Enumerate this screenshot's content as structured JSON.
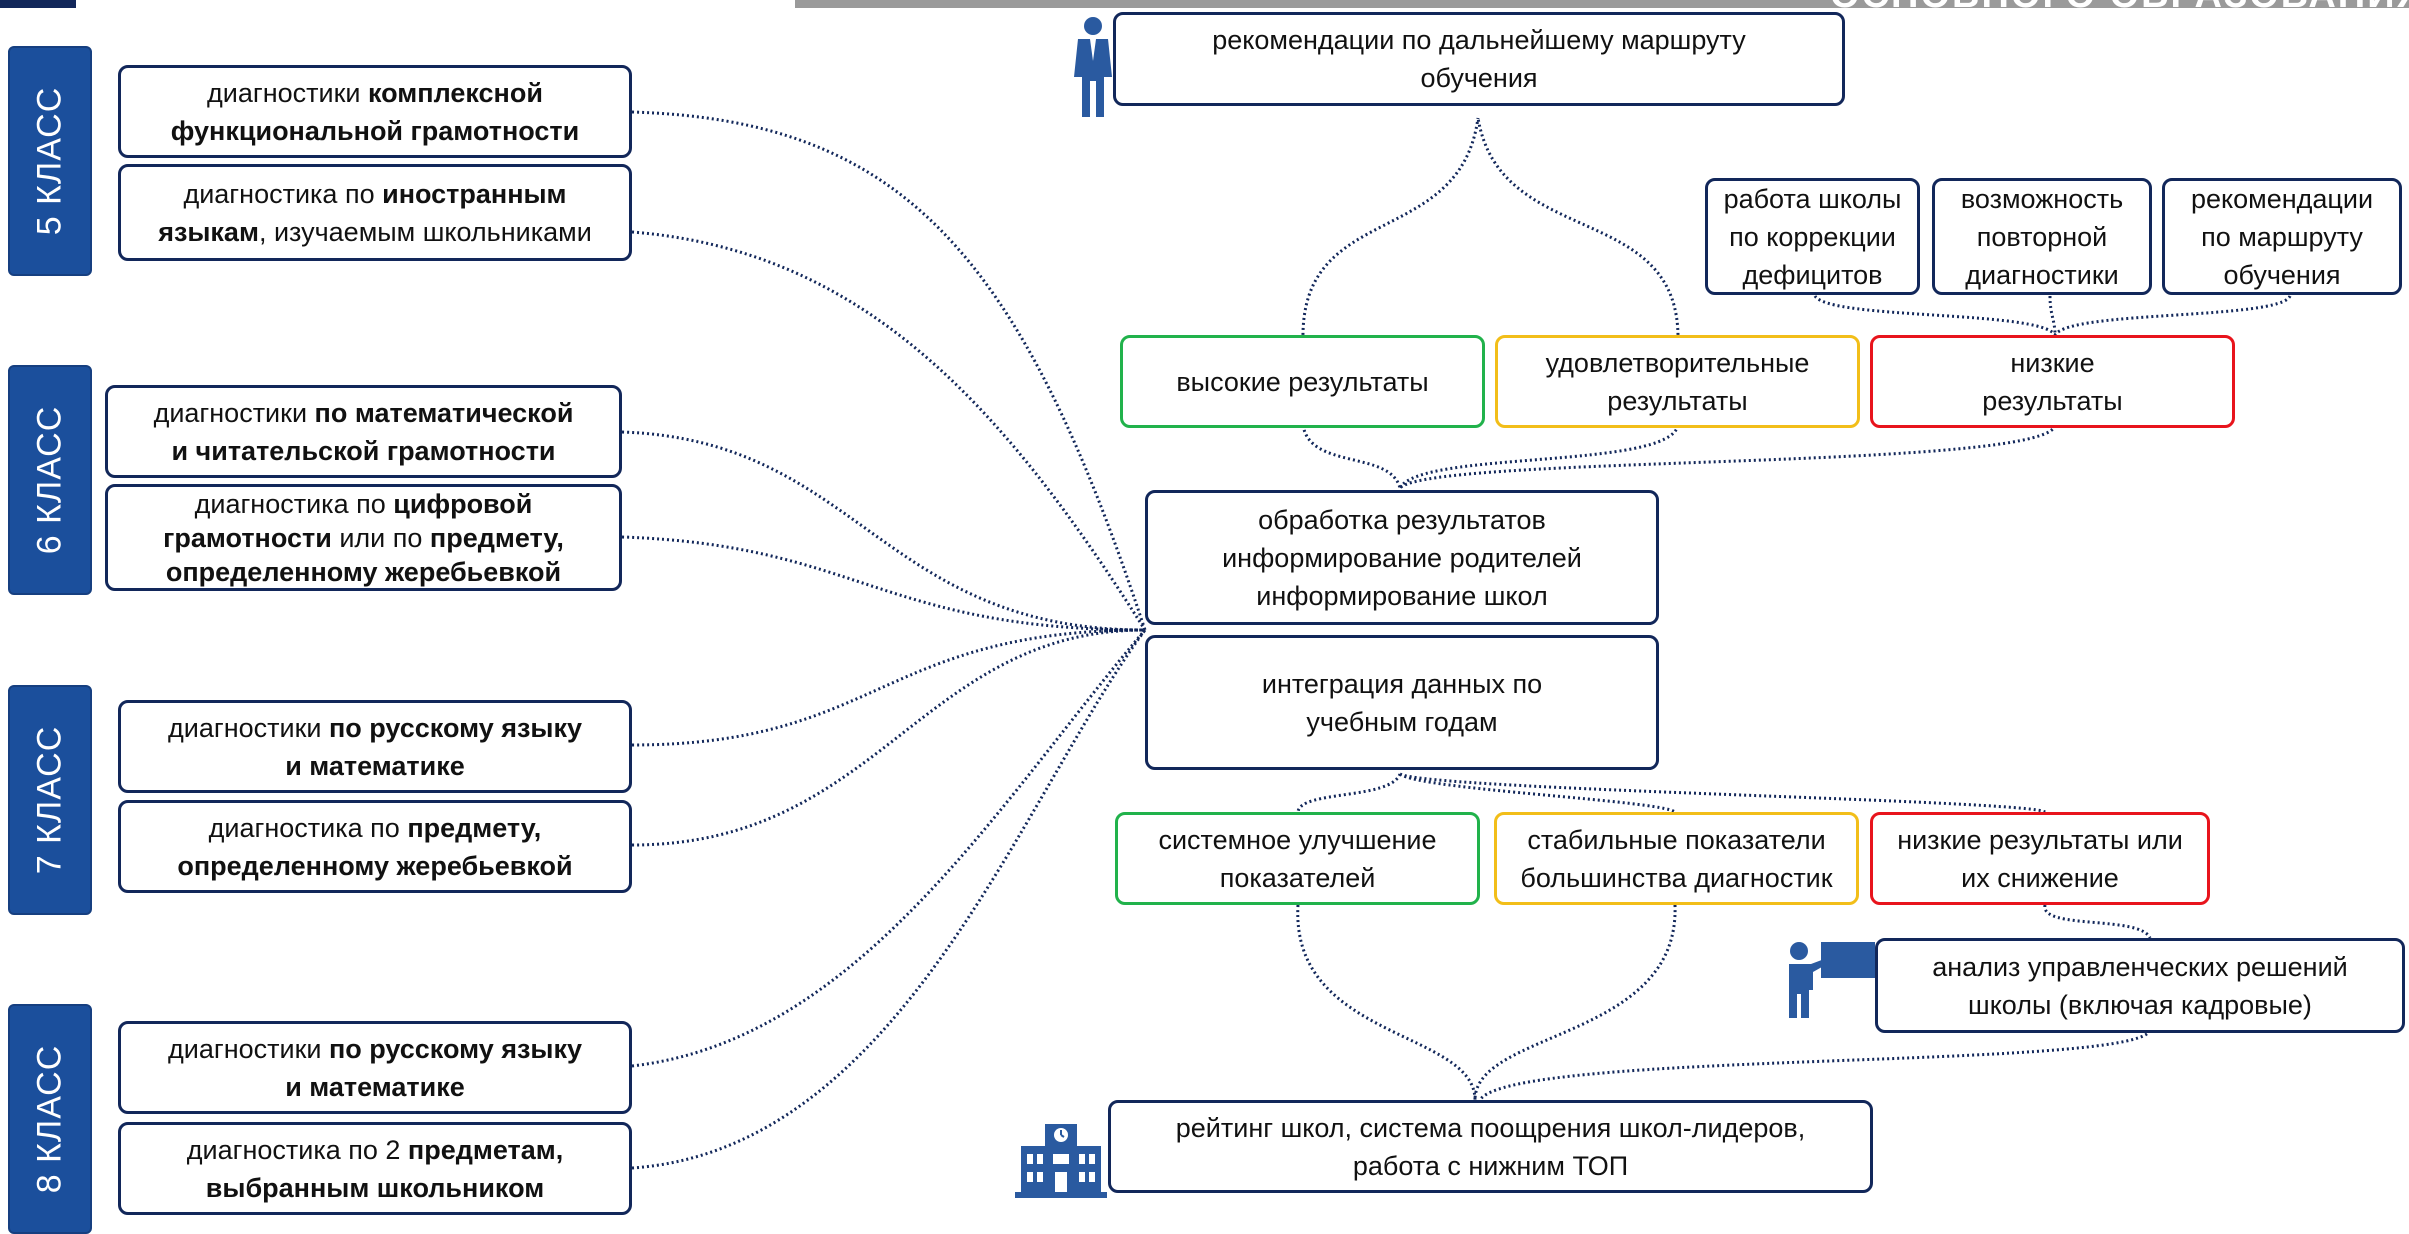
{
  "header": {
    "title_cut": "ОСНОВНОГО ОБРАЗОВАНИЯ"
  },
  "grades": {
    "g5": "5 КЛАСС",
    "g6": "6 КЛАСС",
    "g7": "7 КЛАСС",
    "g8": "8 КЛАСС"
  },
  "left": {
    "b1": {
      "a": "диагностики ",
      "b": "комплексной",
      "c": "функциональной грамотности"
    },
    "b2": {
      "a": "диагностика по ",
      "b": "иностранным",
      "c": "языкам",
      "d": ", изучаемым школьниками"
    },
    "b3": {
      "a": "диагностики ",
      "b": "по математической",
      "c": "и читательской грамотности"
    },
    "b4": {
      "a": "диагностика по ",
      "b": "цифровой",
      "c": "грамотности",
      "d": " или по ",
      "e": "предмету,",
      "f": "определенному жеребьевкой"
    },
    "b5": {
      "a": "диагностики ",
      "b": "по русскому языку",
      "c": "и математике"
    },
    "b6": {
      "a": "диагностика по ",
      "b": "предмету,",
      "c": "определенному жеребьевкой"
    },
    "b7": {
      "a": "диагностики ",
      "b": "по русскому языку",
      "c": "и математике"
    },
    "b8": {
      "a": "диагностика по 2 ",
      "b": "предметам,",
      "c": "выбранным школьником"
    }
  },
  "center": {
    "recommend": {
      "l1": "рекомендации по дальнейшему маршруту",
      "l2": "обучения"
    },
    "process": {
      "l1": "обработка результатов",
      "l2": "информирование родителей",
      "l3": "информирование школ"
    },
    "integration": {
      "l1": "интеграция данных по",
      "l2": "учебным годам"
    },
    "rating": {
      "l1": "рейтинг школ, система поощрения школ-лидеров,",
      "l2": "работа с нижним ТОП"
    }
  },
  "results_top": {
    "high": "высокие результаты",
    "satisfactory": {
      "l1": "удовлетворительные",
      "l2": "результаты"
    },
    "low": {
      "l1": "низкие",
      "l2": "результаты"
    }
  },
  "low_actions": {
    "work": {
      "l1": "работа школы",
      "l2": "по коррекции",
      "l3": "дефицитов"
    },
    "retest": {
      "l1": "возможность",
      "l2": "повторной",
      "l3": "диагностики"
    },
    "route": {
      "l1": "рекомендации",
      "l2": "по маршруту",
      "l3": "обучения"
    }
  },
  "results_bottom": {
    "improve": {
      "l1": "системное улучшение",
      "l2": "показателей"
    },
    "stable": {
      "l1": "стабильные показатели",
      "l2": "большинства диагностик"
    },
    "decline": {
      "l1": "низкие результаты или",
      "l2": "их снижение"
    }
  },
  "analysis": {
    "l1": "анализ управленческих решений",
    "l2": "школы (включая кадровые)"
  },
  "colors": {
    "navy": "#12275a",
    "grade_blue": "#1b4f9c",
    "icon_blue": "#2a5aa0",
    "green": "#21b24b",
    "yellow": "#f2be19",
    "red": "#e8141c"
  },
  "icons": {
    "person": "person-standing-icon",
    "teacher": "teacher-board-icon",
    "school": "school-building-icon"
  }
}
